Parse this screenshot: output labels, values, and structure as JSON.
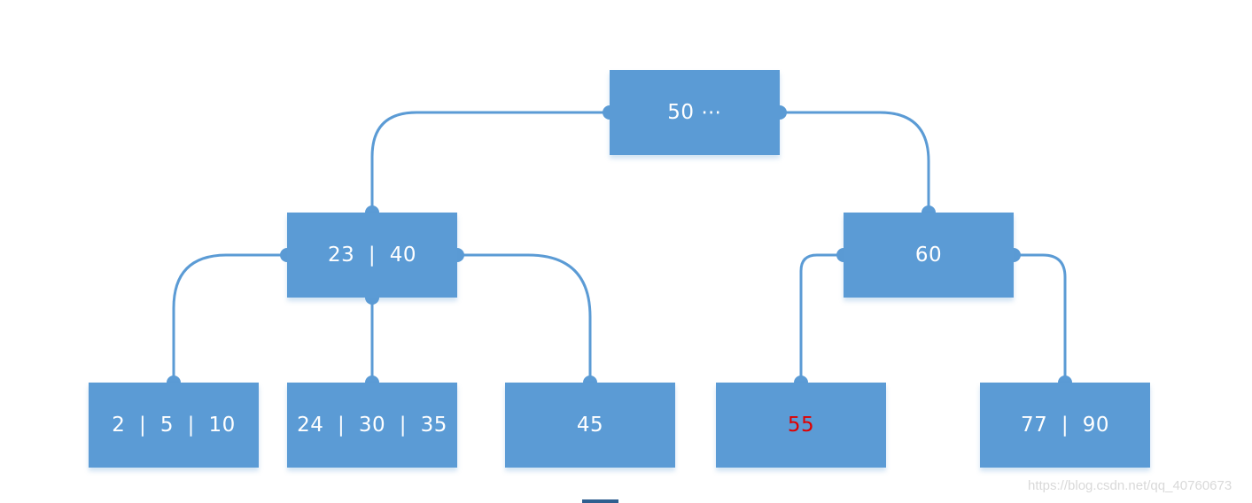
{
  "nodes": {
    "root": "50 ⋯",
    "left_internal": "23  |  40",
    "right_internal": "60",
    "leaf_1": "2  |  5  |  10",
    "leaf_2": "24  |  30  |  35",
    "leaf_3": "45",
    "leaf_4": "55",
    "leaf_5": "77  |  90"
  },
  "colors": {
    "node_fill": "#5b9bd5",
    "edge": "#5b9bd5",
    "highlight_text": "#e00000",
    "node_text": "#ffffff"
  },
  "watermark": "https://blog.csdn.net/qq_40760673"
}
